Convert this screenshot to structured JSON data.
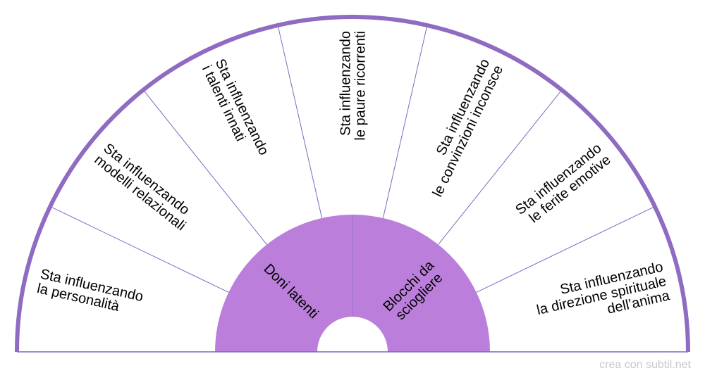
{
  "colors": {
    "rim": "#8f6bc2",
    "inner_fill": "#bb7fdb",
    "divider": "#7d67c4",
    "sector_fill": "#ffffff",
    "text": "#000000",
    "credit": "#c8c8c8"
  },
  "inner_sections": [
    {
      "lines": [
        "Doni latenti"
      ]
    },
    {
      "lines": [
        "Blocchi da",
        "sciogliere"
      ]
    }
  ],
  "outer_sections": [
    {
      "lines": [
        "Sta influenzando",
        "la personalità"
      ]
    },
    {
      "lines": [
        "Sta influenzando",
        "modelli relazionali"
      ]
    },
    {
      "lines": [
        "Sta influenzando",
        "i talenti innati"
      ]
    },
    {
      "lines": [
        "Sta influenzando",
        "le paure ricorrenti"
      ]
    },
    {
      "lines": [
        "Sta influenzando",
        "le convinzioni inconsce"
      ]
    },
    {
      "lines": [
        "Sta influenzando",
        "le ferite emotive"
      ]
    },
    {
      "lines": [
        "Sta influenzando",
        "la direzione spirituale",
        "dell’anima"
      ]
    }
  ],
  "credit": "crea con subtil.net"
}
